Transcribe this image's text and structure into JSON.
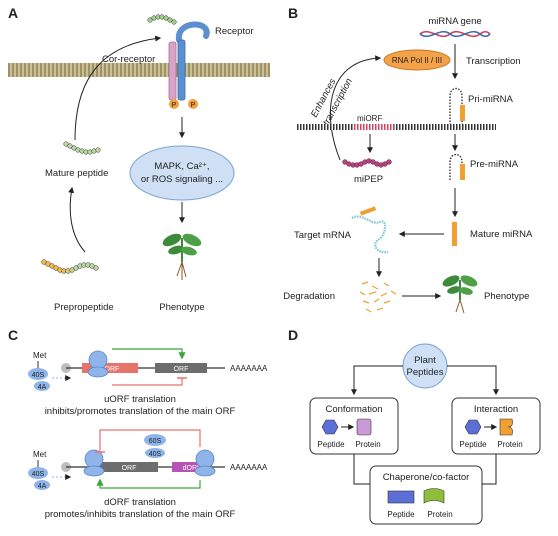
{
  "panels": {
    "a": {
      "letter": "A",
      "receptor": "Receptor",
      "coreceptor": "Cor-receptor",
      "phospho": "P",
      "signaling_1": "MAPK, Ca²⁺,",
      "signaling_2": "or ROS signaling ...",
      "mature_peptide": "Mature peptide",
      "prepropeptide": "Prepropeptide",
      "phenotype": "Phenotype"
    },
    "b": {
      "letter": "B",
      "mirna_gene": "miRNA gene",
      "rna_pol": "RNA Pol II / III",
      "transcription": "Transcription",
      "enhances_1": "Enhances",
      "enhances_2": "transcription",
      "pri_mirna": "Pri-miRNA",
      "miorf": "miORF",
      "mipep": "miPEP",
      "pre_mirna": "Pre-miRNA",
      "target_mrna": "Target mRNA",
      "mature_mirna": "Mature miRNA",
      "degradation": "Degradation",
      "phenotype": "Phenotype"
    },
    "c": {
      "letter": "C",
      "met": "Met",
      "r40s": "40S",
      "f4a": "4A",
      "uorf": "uORF",
      "orf": "ORF",
      "polya": "AAAAAAA",
      "caption1_a": "uORF translation",
      "caption1_b": "inhibits/promotes translation of the main ORF",
      "r60s": "60S",
      "dorf": "dORF",
      "caption2_a": "dORF translation",
      "caption2_b": "promotes/inhibits translation of the main ORF"
    },
    "d": {
      "letter": "D",
      "plant_1": "Plant",
      "plant_2": "Peptides",
      "conformation": "Conformation",
      "interaction": "Interaction",
      "chaperone": "Chaperone/co-factor",
      "peptide": "Peptide",
      "protein": "Protein"
    }
  },
  "colors": {
    "receptor_blue": "#5b8fd0",
    "coreceptor_pink": "#d9a3c7",
    "phospho_orange": "#f0a040",
    "membrane": "#b6ac7c",
    "signal_ellipse": "#cfe0f5",
    "polymerase": "#f3a24a",
    "mirna_orange": "#f0a030",
    "mipep_magenta": "#b2457f",
    "uorf_red": "#e8736a",
    "orf_gray": "#6d6d6d",
    "dorf_magenta": "#b653b3",
    "ribosome_blue": "#8fb4ea",
    "green_arrow": "#3aa53a",
    "plant_green": "#3d8a3a"
  }
}
